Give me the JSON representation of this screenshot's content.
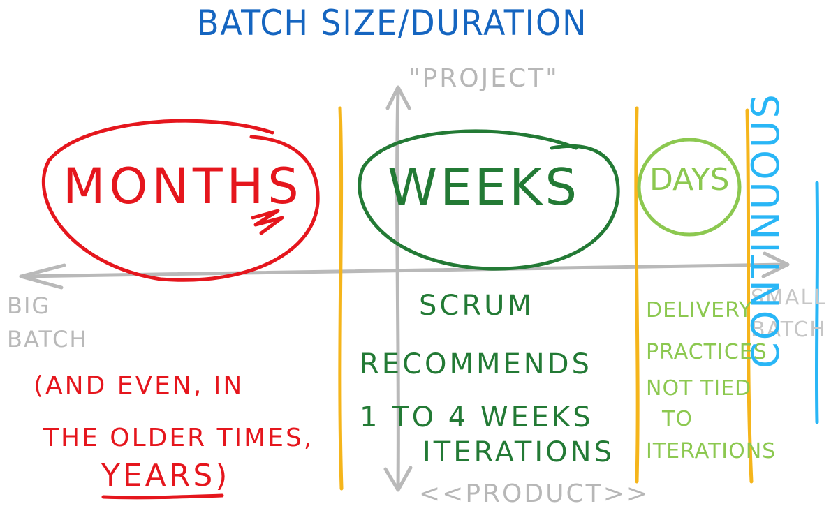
{
  "title": "BATCH SIZE/DURATION",
  "axis": {
    "top_label": "\"PROJECT\"",
    "bottom_label": "<<PRODUCT>>",
    "left_label_line1": "BIG",
    "left_label_line2": "BATCH",
    "right_label_line1": "SMALL",
    "right_label_line2": "BATCH"
  },
  "zones": {
    "months": {
      "label": "MONTHS",
      "note_line1": "(AND EVEN, IN",
      "note_line2": "THE OLDER TIMES,",
      "note_line3": "YEARS)"
    },
    "weeks": {
      "label": "WEEKS",
      "note_line1": "SCRUM",
      "note_line2": "RECOMMENDS",
      "note_line3": "1 TO 4 WEEKS",
      "note_line4": "ITERATIONS"
    },
    "days": {
      "label": "DAYS",
      "note_line1": "DELIVERY",
      "note_line2": "PRACTICES",
      "note_line3": "NOT TIED",
      "note_line4": "TO",
      "note_line5": "ITERATIONS"
    },
    "continuous": {
      "label": "CONTINUOUS"
    }
  },
  "colors": {
    "title": "#1565c0",
    "months": "#e5161d",
    "weeks": "#237a35",
    "days": "#8cc850",
    "continuous": "#29b6f6",
    "divider": "#f5b51b",
    "axis": "#b9b9b9"
  }
}
